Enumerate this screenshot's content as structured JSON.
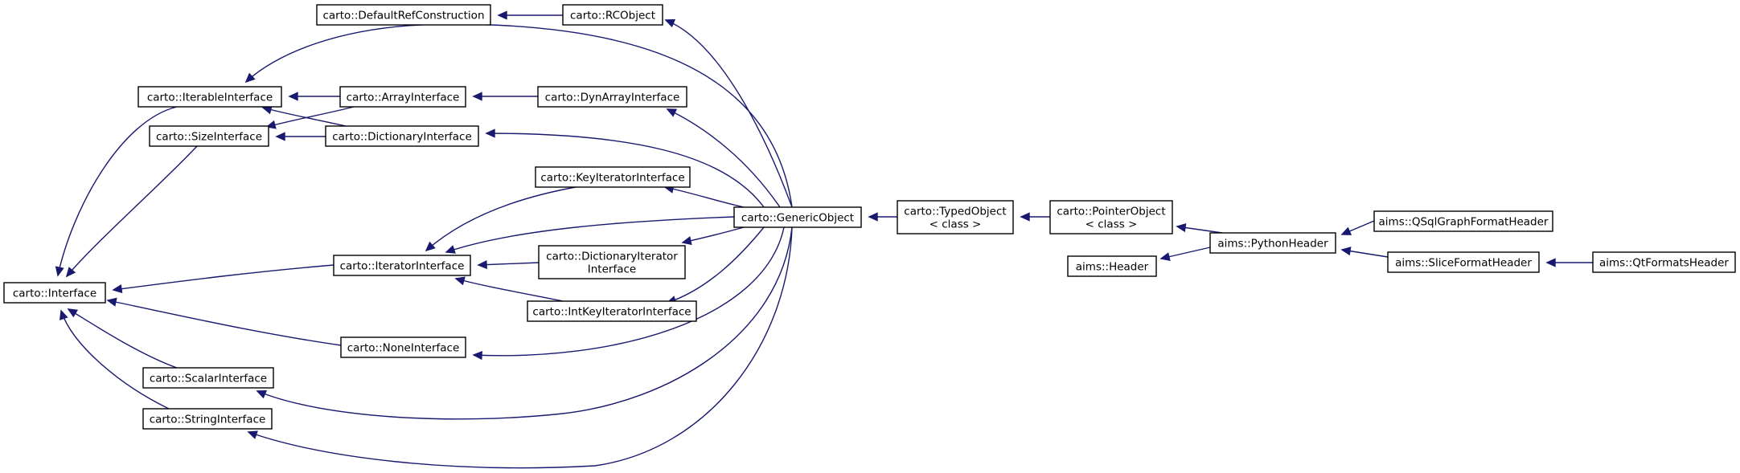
{
  "nodes": [
    {
      "id": "drc",
      "lines": [
        "carto::DefaultRefConstruction"
      ]
    },
    {
      "id": "rco",
      "lines": [
        "carto::RCObject"
      ]
    },
    {
      "id": "iter",
      "lines": [
        "carto::IterableInterface"
      ]
    },
    {
      "id": "arr",
      "lines": [
        "carto::ArrayInterface"
      ]
    },
    {
      "id": "dynarr",
      "lines": [
        "carto::DynArrayInterface"
      ]
    },
    {
      "id": "size",
      "lines": [
        "carto::SizeInterface"
      ]
    },
    {
      "id": "dict",
      "lines": [
        "carto::DictionaryInterface"
      ]
    },
    {
      "id": "keyit",
      "lines": [
        "carto::KeyIteratorInterface"
      ]
    },
    {
      "id": "genobj",
      "lines": [
        "carto::GenericObject"
      ]
    },
    {
      "id": "typed",
      "lines": [
        "carto::TypedObject",
        "< class >"
      ]
    },
    {
      "id": "ptrobj",
      "lines": [
        "carto::PointerObject",
        "< class >"
      ]
    },
    {
      "id": "qsql",
      "lines": [
        "aims::QSqlGraphFormatHeader"
      ]
    },
    {
      "id": "pyhdr",
      "lines": [
        "aims::PythonHeader"
      ]
    },
    {
      "id": "hdr",
      "lines": [
        "aims::Header"
      ]
    },
    {
      "id": "slice",
      "lines": [
        "aims::SliceFormatHeader"
      ]
    },
    {
      "id": "qtfmt",
      "lines": [
        "aims::QtFormatsHeader"
      ]
    },
    {
      "id": "iface",
      "lines": [
        "carto::Interface"
      ]
    },
    {
      "id": "itif",
      "lines": [
        "carto::IteratorInterface"
      ]
    },
    {
      "id": "dictit",
      "lines": [
        "carto::DictionaryIterator",
        "Interface"
      ]
    },
    {
      "id": "intkey",
      "lines": [
        "carto::IntKeyIteratorInterface"
      ]
    },
    {
      "id": "none",
      "lines": [
        "carto::NoneInterface"
      ]
    },
    {
      "id": "scalar",
      "lines": [
        "carto::ScalarInterface"
      ]
    },
    {
      "id": "string",
      "lines": [
        "carto::StringInterface"
      ]
    }
  ],
  "edges": [
    {
      "from": "rco",
      "to": "drc"
    },
    {
      "from": "genobj",
      "to": "rco"
    },
    {
      "from": "arr",
      "to": "iter"
    },
    {
      "from": "dynarr",
      "to": "arr"
    },
    {
      "from": "arr",
      "to": "size"
    },
    {
      "from": "dict",
      "to": "iter"
    },
    {
      "from": "dict",
      "to": "size"
    },
    {
      "from": "genobj",
      "to": "iter"
    },
    {
      "from": "genobj",
      "to": "dynarr"
    },
    {
      "from": "genobj",
      "to": "dict"
    },
    {
      "from": "genobj",
      "to": "keyit"
    },
    {
      "from": "genobj",
      "to": "itif"
    },
    {
      "from": "genobj",
      "to": "dictit"
    },
    {
      "from": "genobj",
      "to": "intkey"
    },
    {
      "from": "genobj",
      "to": "none"
    },
    {
      "from": "genobj",
      "to": "scalar"
    },
    {
      "from": "genobj",
      "to": "string"
    },
    {
      "from": "typed",
      "to": "genobj"
    },
    {
      "from": "ptrobj",
      "to": "typed"
    },
    {
      "from": "pyhdr",
      "to": "ptrobj"
    },
    {
      "from": "pyhdr",
      "to": "hdr"
    },
    {
      "from": "qsql",
      "to": "pyhdr"
    },
    {
      "from": "slice",
      "to": "pyhdr"
    },
    {
      "from": "qtfmt",
      "to": "slice"
    },
    {
      "from": "iter",
      "to": "iface"
    },
    {
      "from": "size",
      "to": "iface"
    },
    {
      "from": "itif",
      "to": "iface"
    },
    {
      "from": "none",
      "to": "iface"
    },
    {
      "from": "scalar",
      "to": "iface"
    },
    {
      "from": "string",
      "to": "iface"
    },
    {
      "from": "keyit",
      "to": "itif"
    },
    {
      "from": "dictit",
      "to": "itif"
    },
    {
      "from": "intkey",
      "to": "itif"
    }
  ]
}
